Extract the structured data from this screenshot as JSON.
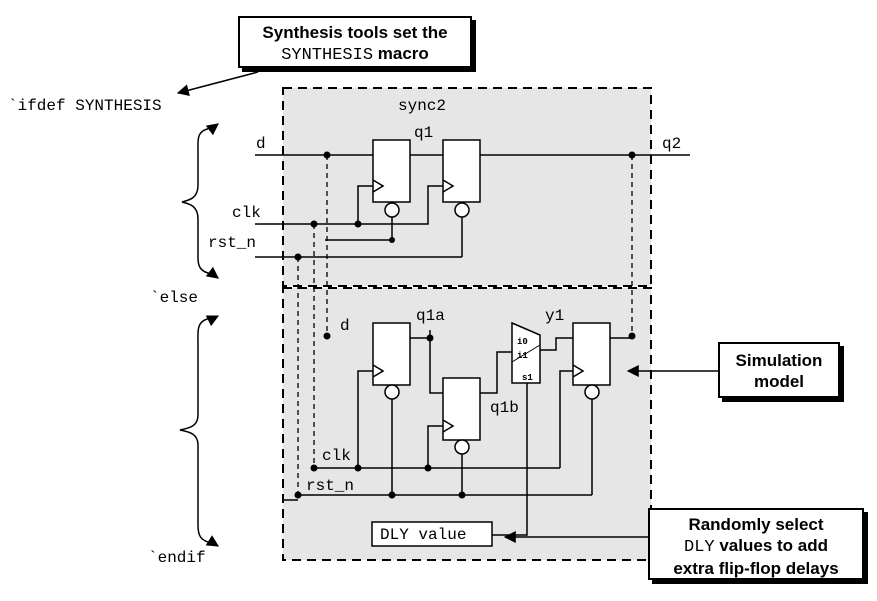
{
  "callouts": {
    "synthesis_line1": "Synthesis tools set the",
    "synthesis_macro": "SYNTHESIS",
    "synthesis_suffix": "macro",
    "simulation_line1": "Simulation",
    "simulation_line2": "model",
    "random_line1": "Randomly select",
    "random_dly": "DLY",
    "random_line2_suffix": "values to add",
    "random_line3": "extra flip-flop delays"
  },
  "directives": {
    "ifdef": "`ifdef SYNTHESIS",
    "else": "`else",
    "endif": "`endif"
  },
  "sync_block": {
    "module_name": "sync2",
    "signals": {
      "d": "d",
      "q1": "q1",
      "q2": "q2",
      "clk": "clk",
      "rst_n": "rst_n"
    }
  },
  "sim_block": {
    "signals": {
      "d": "d",
      "q1a": "q1a",
      "q1b": "q1b",
      "y1": "y1",
      "clk": "clk",
      "rst_n": "rst_n"
    },
    "mux_pins": {
      "i0": "i0",
      "i1": "i1",
      "s1": "s1"
    },
    "dly_value": "DLY value"
  },
  "colors": {
    "block_fill": "#e6e6e6",
    "stroke": "#000000",
    "background": "#ffffff"
  }
}
